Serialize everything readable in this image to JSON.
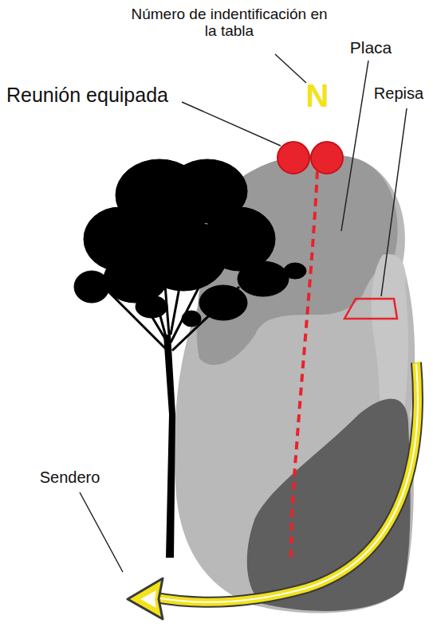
{
  "diagram": {
    "labels": [
      "Número de indentificación en la tabla",
      "N",
      "Reunión equipada",
      "Placa",
      "Repisa",
      "Sendero"
    ]
  }
}
